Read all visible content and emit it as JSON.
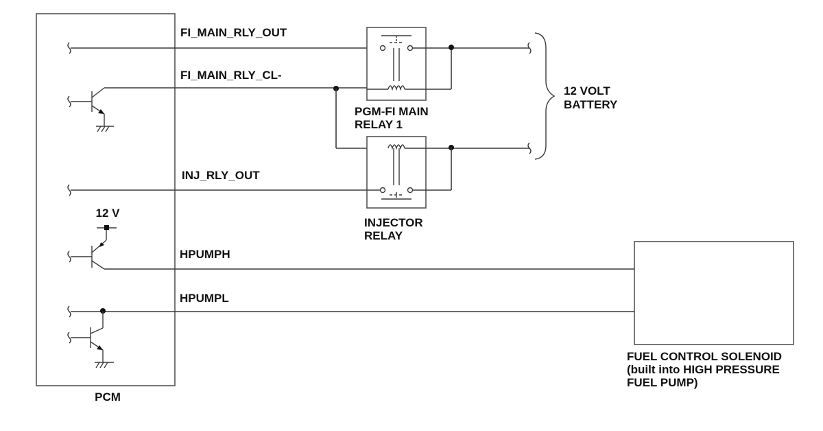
{
  "pcm": {
    "label": "PCM"
  },
  "signals": {
    "fi_main_rly_out": "FI_MAIN_RLY_OUT",
    "fi_main_rly_cl": "FI_MAIN_RLY_CL-",
    "inj_rly_out": "INJ_RLY_OUT",
    "hpumph": "HPUMPH",
    "hpumpl": "HPUMPL"
  },
  "supply": {
    "label": "12 V"
  },
  "relays": {
    "main": {
      "line1": "PGM-FI MAIN",
      "line2": "RELAY 1"
    },
    "injector": {
      "line1": "INJECTOR",
      "line2": "RELAY"
    }
  },
  "battery": {
    "line1": "12 VOLT",
    "line2": "BATTERY"
  },
  "solenoid": {
    "line1": "FUEL CONTROL SOLENOID",
    "line2": "(built into HIGH PRESSURE",
    "line3": "FUEL PUMP)"
  }
}
